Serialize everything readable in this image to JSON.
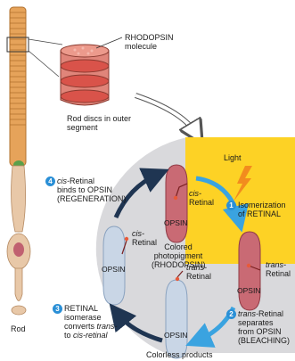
{
  "labels": {
    "rhodopsin_molecule_1": "RHODOPSIN",
    "rhodopsin_molecule_2": "molecule",
    "rod_discs_1": "Rod discs in outer",
    "rod_discs_2": "segment",
    "rod": "Rod",
    "light": "Light",
    "cis_retinal_top_1": "cis-",
    "cis_retinal_top_2": "Retinal",
    "opsin_top": "OPSIN",
    "colored_1": "Colored",
    "colored_2": "photopigment",
    "colored_3": "(RHODOPSIN)",
    "opsin_right": "OPSIN",
    "trans_retinal_right_1": "trans-",
    "trans_retinal_right_2": "Retinal",
    "opsin_left": "OPSIN",
    "cis_retinal_left_1": "cis-",
    "cis_retinal_left_2": "Retinal",
    "trans_retinal_free_1": "trans-",
    "trans_retinal_free_2": "Retinal",
    "opsin_bottom": "OPSIN",
    "colorless": "Colorless products"
  },
  "steps": [
    {
      "number": "1",
      "line1": "Isomerization",
      "line2": "of RETINAL"
    },
    {
      "number": "2",
      "line1a": "trans-",
      "line1b": "Retinal",
      "line2": "separates",
      "line3": "from OPSIN",
      "line4": "(BLEACHING)"
    },
    {
      "number": "3",
      "line1": "RETINAL",
      "line2": "isomerase",
      "line3a": "converts ",
      "line3b": "trans-",
      "line4a": "to ",
      "line4b": "cis-retinal"
    },
    {
      "number": "4",
      "line1a": "cis-",
      "line1b": "Retinal",
      "line2": "binds to OPSIN",
      "line3": "(REGENERATION)"
    }
  ],
  "colors": {
    "panel": "#d9d9dc",
    "light_zone": "#ffd21a",
    "pigment": "#c96a74",
    "colorless": "#c9d6e6",
    "arrow_blue": "#3aa3e0",
    "arrow_dark": "#1f3552",
    "step_badge": "#2a8fd6"
  }
}
